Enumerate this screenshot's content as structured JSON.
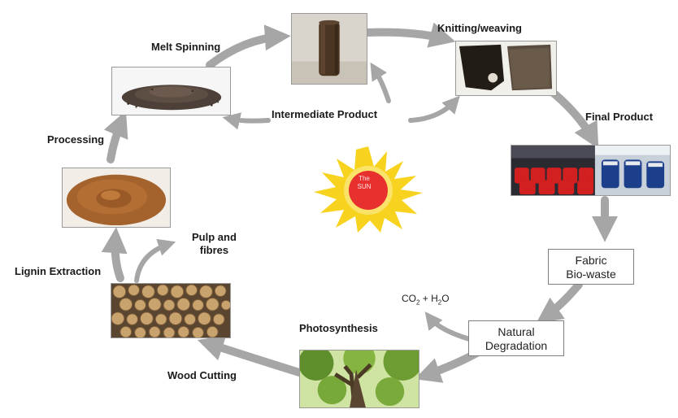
{
  "labels": {
    "melt_spinning": "Melt Spinning",
    "knitting_weaving": "Knitting/weaving",
    "final_product": "Final Product",
    "intermediate_product": "Intermediate Product",
    "processing": "Processing",
    "pulp_fibres_line1": "Pulp and",
    "pulp_fibres_line2": "fibres",
    "lignin_extraction": "Lignin Extraction",
    "photosynthesis": "Photosynthesis",
    "wood_cutting": "Wood Cutting"
  },
  "boxes": {
    "fabric_line1": "Fabric",
    "fabric_line2": "Bio-waste",
    "degradation_line1": "Natural",
    "degradation_line2": "Degradation"
  },
  "chemistry": {
    "co2": "CO",
    "co2_sub": "2",
    "plus": " + H",
    "h2o_sub": "2",
    "h2o_end": "O"
  },
  "sun": {
    "line1": "The",
    "line2": "SUN"
  },
  "colors": {
    "arrow": "#a6a6a6",
    "sun_rays": "#f7d21e",
    "sun_core": "#e8302f",
    "box_border": "#7f7f7f"
  },
  "icons": [
    "granules-photo",
    "fiber-bobbin-photo",
    "fabric-samples-photo",
    "seats-photo",
    "lignin-powder-photo",
    "wood-logs-photo",
    "tree-canopy-photo",
    "sun-icon"
  ]
}
